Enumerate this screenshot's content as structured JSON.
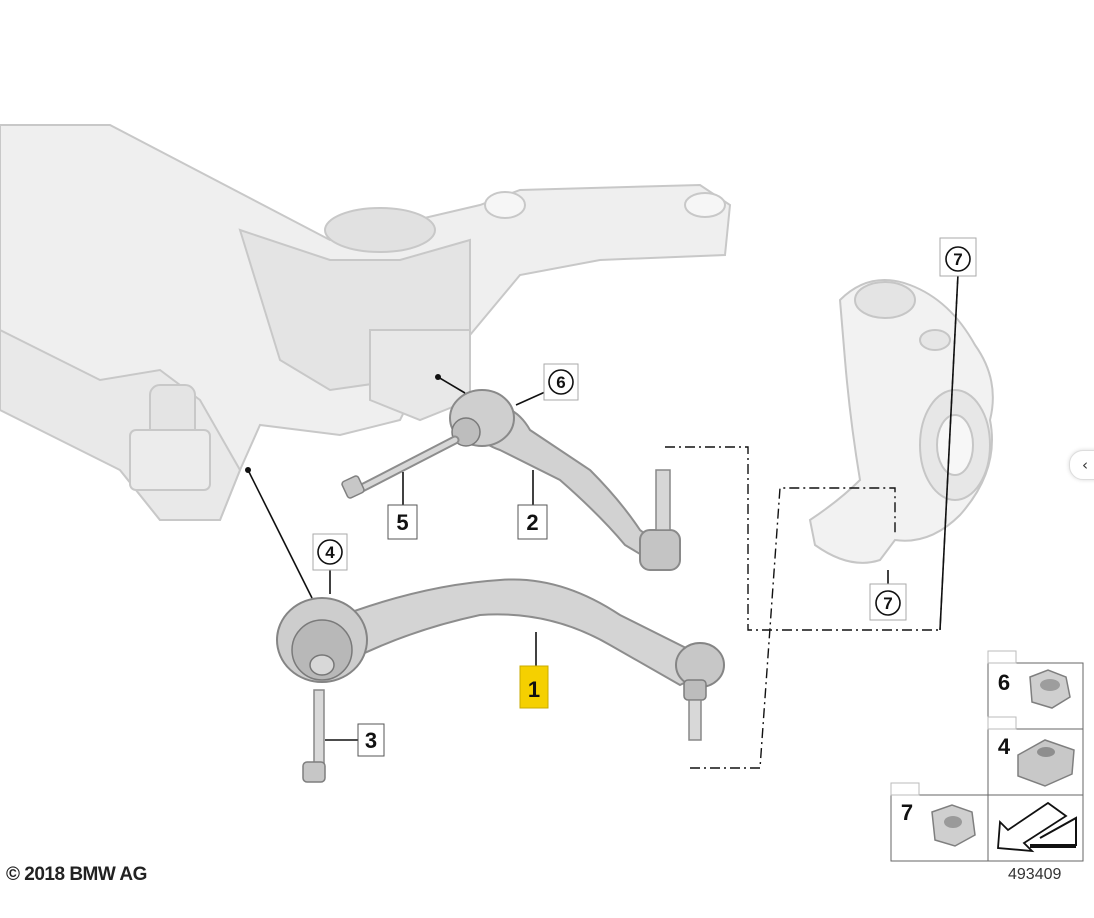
{
  "callouts": {
    "part_1": "1",
    "part_2": "2",
    "part_3": "3",
    "part_4": "4",
    "part_5": "5",
    "part_6": "6",
    "part_7_top": "7",
    "part_7_knuckle": "7"
  },
  "legend": {
    "item_6": "6",
    "item_4": "4",
    "item_7": "7"
  },
  "footer": {
    "copyright": "© 2018 BMW AG",
    "doc_number": "493409"
  },
  "colors": {
    "highlight": "#f5d000",
    "part_gray": "#d8d8d8",
    "outline": "#9a9a9a",
    "line": "#111111"
  },
  "ui": {
    "side_tab_icon": "chevron-left-icon"
  }
}
